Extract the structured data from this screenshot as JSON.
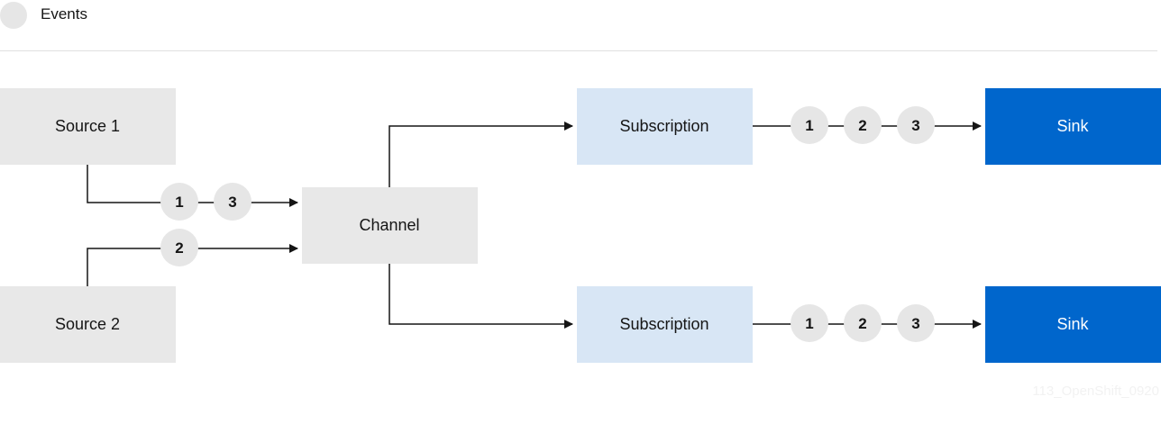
{
  "legend": {
    "label": "Events"
  },
  "nodes": {
    "source1": {
      "label": "Source 1"
    },
    "source2": {
      "label": "Source 2"
    },
    "channel": {
      "label": "Channel"
    },
    "subscription_top": {
      "label": "Subscription"
    },
    "subscription_bottom": {
      "label": "Subscription"
    },
    "sink_top": {
      "label": "Sink"
    },
    "sink_bottom": {
      "label": "Sink"
    }
  },
  "events": {
    "source1_to_channel": [
      "1",
      "3"
    ],
    "source2_to_channel": [
      "2"
    ],
    "top_to_sink": [
      "1",
      "2",
      "3"
    ],
    "bottom_to_sink": [
      "1",
      "2",
      "3"
    ]
  },
  "colors": {
    "source_fill": "#e8e8e8",
    "subscription_fill": "#d8e6f5",
    "sink_fill": "#0066cc",
    "event_fill": "#e6e6e6",
    "line": "#151515"
  },
  "watermark": "113_OpenShift_0920"
}
